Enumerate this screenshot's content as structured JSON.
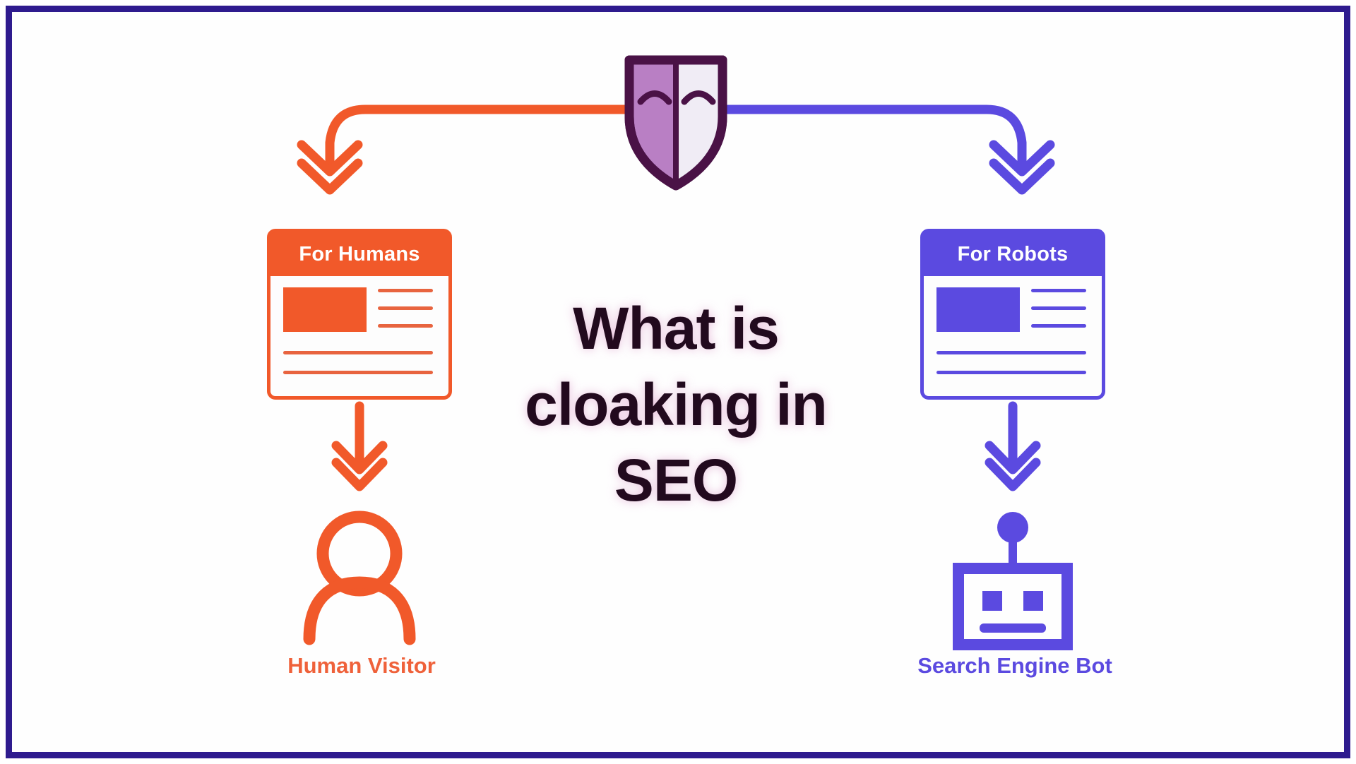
{
  "frame": {
    "border_color": "#2e1b8e",
    "background": "#fefefe"
  },
  "title": {
    "text": "What is cloaking in SEO",
    "color": "#220a1e"
  },
  "mask": {
    "icon": "theater-mask-shield-icon",
    "outline_color": "#4a1246",
    "left_half_color": "#b97fc4",
    "right_half_color": "#f0ecf5"
  },
  "branches": [
    {
      "id": "humans",
      "arrow_color": "#f1592a",
      "card": {
        "header": "For Humans",
        "header_bg": "#f1592a",
        "header_text_color": "#ffffff",
        "body_bg": "#fdfdfd",
        "accent": "#f1592a"
      },
      "node": {
        "icon": "person-icon",
        "label": "Human Visitor",
        "color": "#ef613a"
      }
    },
    {
      "id": "robots",
      "arrow_color": "#5b4ae0",
      "card": {
        "header": "For Robots",
        "header_bg": "#5b4ae0",
        "header_text_color": "#ffffff",
        "body_bg": "#fdfdfd",
        "accent": "#5b4ae0"
      },
      "node": {
        "icon": "robot-icon",
        "label": "Search Engine Bot",
        "color": "#5b4ae0"
      }
    }
  ]
}
